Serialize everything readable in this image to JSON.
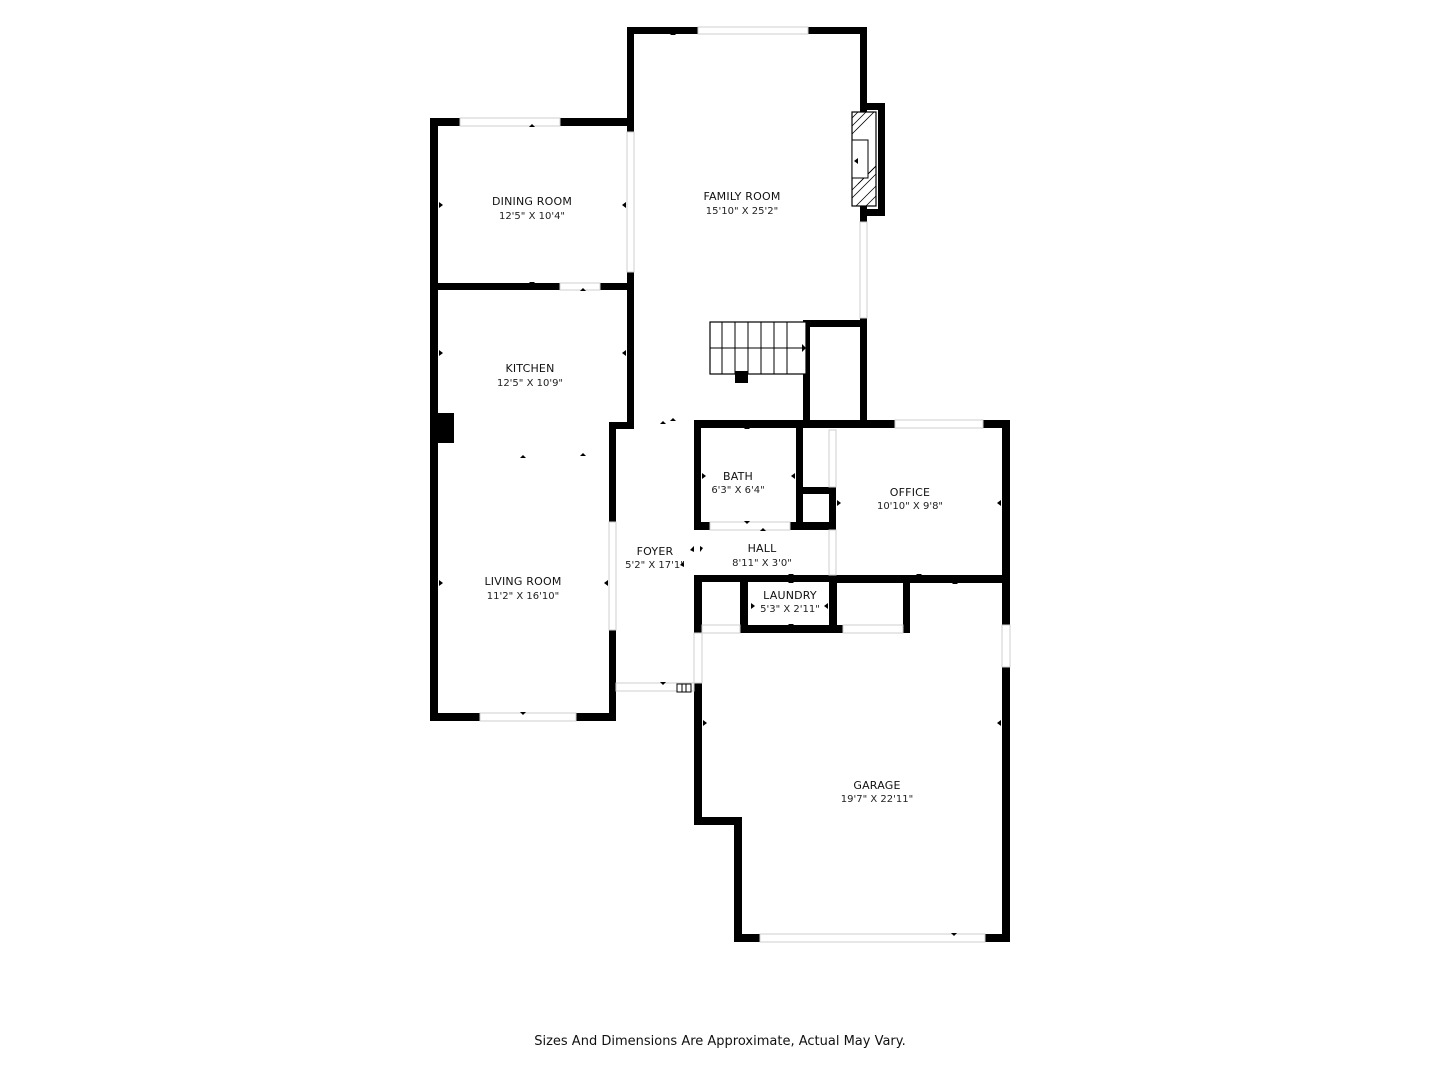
{
  "rooms": [
    {
      "id": "dining",
      "name": "DINING ROOM",
      "dims": "12'5\" X 10'4\""
    },
    {
      "id": "family",
      "name": "FAMILY ROOM",
      "dims": "15'10\" X 25'2\""
    },
    {
      "id": "kitchen",
      "name": "KITCHEN",
      "dims": "12'5\" X 10'9\""
    },
    {
      "id": "bath",
      "name": "BATH",
      "dims": "6'3\" X 6'4\""
    },
    {
      "id": "office",
      "name": "OFFICE",
      "dims": "10'10\" X 9'8\""
    },
    {
      "id": "foyer",
      "name": "FOYER",
      "dims": "5'2\" X 17'1\""
    },
    {
      "id": "hall",
      "name": "HALL",
      "dims": "8'11\" X 3'0\""
    },
    {
      "id": "laundry",
      "name": "LAUNDRY",
      "dims": "5'3\" X 2'11\""
    },
    {
      "id": "living",
      "name": "LIVING ROOM",
      "dims": "11'2\" X 16'10\""
    },
    {
      "id": "garage",
      "name": "GARAGE",
      "dims": "19'7\" X 22'11\""
    }
  ],
  "footer": {
    "disclaimer": "Sizes And Dimensions Are Approximate, Actual May Vary."
  }
}
